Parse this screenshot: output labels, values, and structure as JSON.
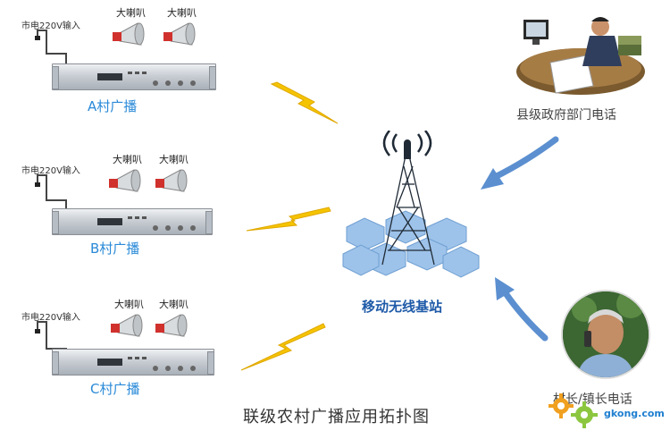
{
  "mains_label": "市电220V输入",
  "speaker_label": "大喇叭",
  "villages": [
    {
      "name": "A村广播"
    },
    {
      "name": "B村广播"
    },
    {
      "name": "C村广播"
    }
  ],
  "base_station_label": "移动无线基站",
  "county_label": "县级政府部门电话",
  "village_chief_label": "村长/镇长电话",
  "title": "联级农村广播应用拓扑图",
  "watermark": "gkong.com",
  "colors": {
    "village_label": "#2a8ad8",
    "lightning": "#f5c400",
    "arrow": "#5b8fd0",
    "hexagon": "#9ec3ea",
    "station_label": "#1e5aa8"
  }
}
